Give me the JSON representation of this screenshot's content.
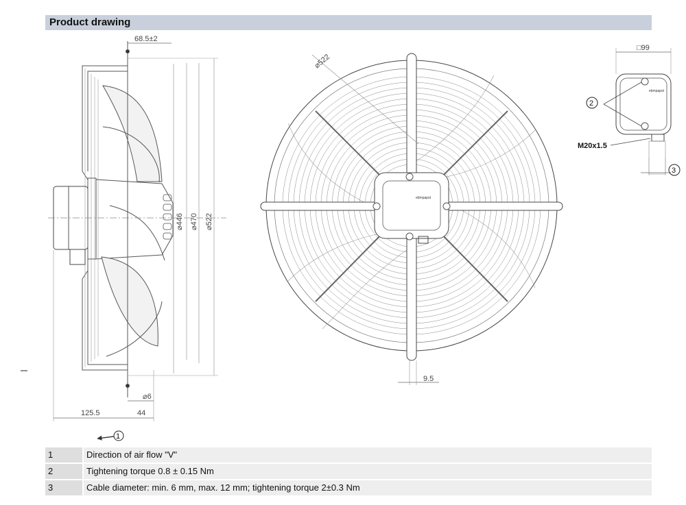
{
  "header": {
    "title": "Product drawing"
  },
  "side_view": {
    "dim_top": "68.5±2",
    "dim_d446": "⌀446",
    "dim_d470": "⌀470",
    "dim_d522": "⌀522",
    "dim_d6": "⌀6",
    "dim_125": "125.5",
    "dim_44": "44",
    "callout_airflow": "1"
  },
  "front_view": {
    "dim_d522": "⌀522",
    "dim_95": "9.5",
    "brand_mark": "ebmpapst"
  },
  "box_view": {
    "dim_square": "□99",
    "callout_screws": "2",
    "thread_label": "M20x1.5",
    "callout_cable": "3",
    "brand_mark": "ebmpapst"
  },
  "legend": [
    {
      "num": "1",
      "text": "Direction of air flow \"V\""
    },
    {
      "num": "2",
      "text": "Tightening torque 0.8 ± 0.15 Nm"
    },
    {
      "num": "3",
      "text": "Cable diameter: min. 6 mm, max. 12 mm; tightening torque 2±0.3 Nm"
    }
  ]
}
